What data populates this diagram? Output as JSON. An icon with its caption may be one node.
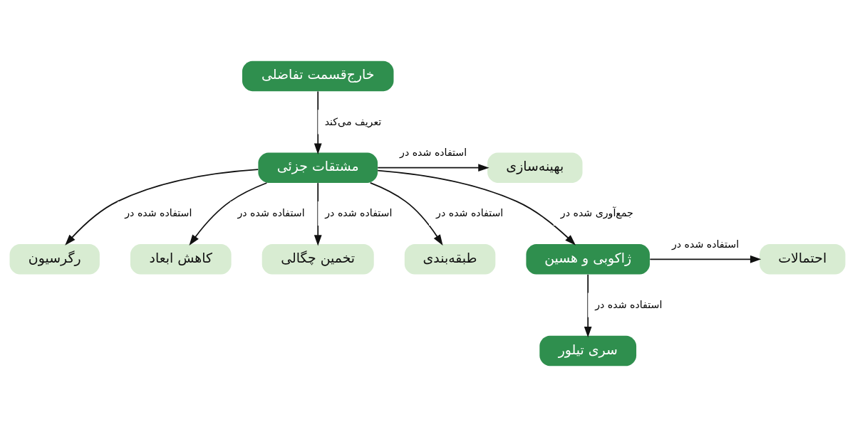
{
  "diagram": {
    "nodes": [
      {
        "text": [
          "خارج‌قسمت تفاضلی"
        ]
      },
      {
        "text": [
          "مشتقات جزئی"
        ]
      },
      {
        "text": [
          "بهینه‌سازی"
        ]
      },
      {
        "text": [
          "رگرسیون"
        ]
      },
      {
        "text": [
          "کاهش ابعاد"
        ]
      },
      {
        "text": [
          "تخمین چگالی"
        ]
      },
      {
        "text": [
          "طبقه‌بندی"
        ]
      },
      {
        "text": [
          "ژاکوبی و هسین"
        ]
      },
      {
        "text": [
          "احتمالات"
        ]
      },
      {
        "text": [
          "سری تیلور"
        ]
      }
    ],
    "edges": [
      {
        "from": 0,
        "to": 1,
        "arrow": "to",
        "label": "تعریف می‌کند"
      },
      {
        "from": 1,
        "to": 2,
        "arrow": "to",
        "label": "استفاده شده در"
      },
      {
        "from": 1,
        "to": 3,
        "arrow": "to",
        "label": "استفاده شده در"
      },
      {
        "from": 1,
        "to": 4,
        "arrow": "to",
        "label": "استفاده شده در"
      },
      {
        "from": 1,
        "to": 5,
        "arrow": "to",
        "label": "استفاده شده در"
      },
      {
        "from": 1,
        "to": 6,
        "arrow": "to",
        "label": "استفاده شده در"
      },
      {
        "from": 1,
        "to": 7,
        "arrow": "to",
        "label": "جمع‌آوری شده در"
      },
      {
        "from": 7,
        "to": 8,
        "arrow": "to",
        "label": "استفاده شده در"
      },
      {
        "from": 7,
        "to": 9,
        "arrow": "to",
        "label": "استفاده شده در"
      }
    ]
  }
}
